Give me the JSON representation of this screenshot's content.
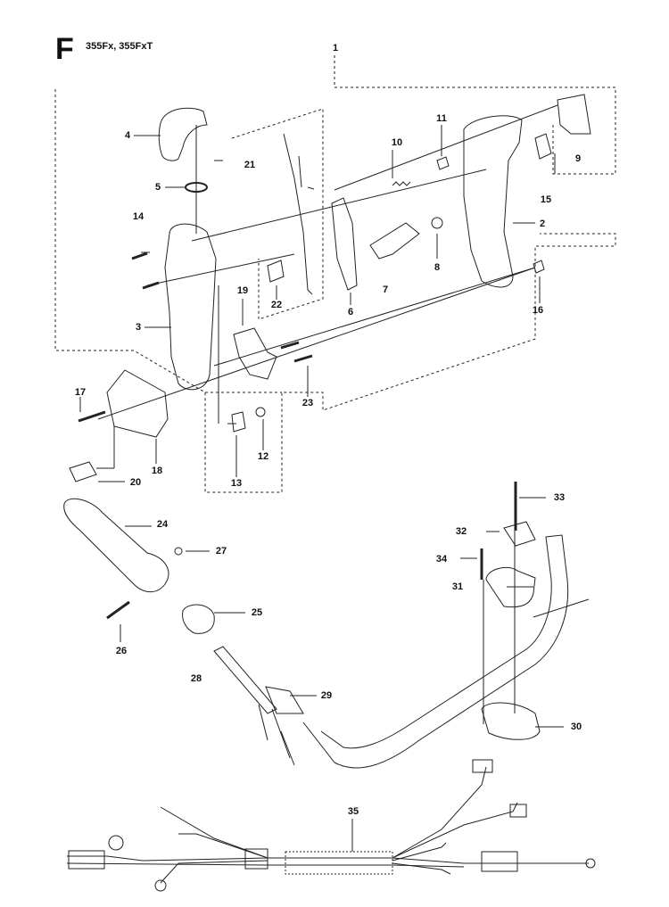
{
  "header": {
    "section_letter": "F",
    "models": "355Fx, 355FxT"
  },
  "part_numbers": [
    "1",
    "2",
    "3",
    "4",
    "5",
    "6",
    "7",
    "8",
    "9",
    "10",
    "11",
    "12",
    "13",
    "14",
    "15",
    "16",
    "17",
    "18",
    "19",
    "20",
    "21",
    "22",
    "23",
    "24",
    "25",
    "26",
    "27",
    "28",
    "29",
    "30",
    "31",
    "32",
    "33",
    "34",
    "35"
  ]
}
